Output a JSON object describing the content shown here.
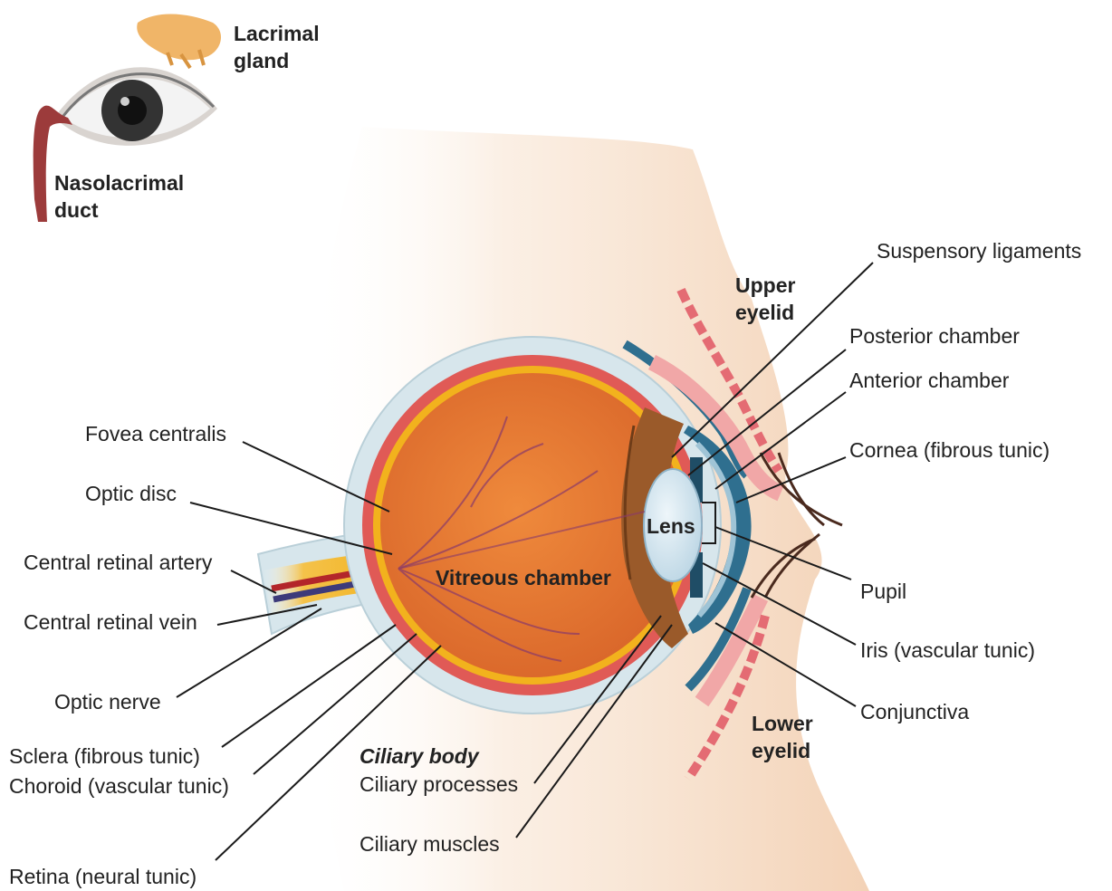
{
  "labels": {
    "lacrimal_gland": [
      "Lacrimal",
      "gland"
    ],
    "nasolacrimal_duct": [
      "Nasolacrimal",
      "duct"
    ],
    "suspensory_ligaments": "Suspensory ligaments",
    "upper_eyelid": [
      "Upper",
      "eyelid"
    ],
    "posterior_chamber": "Posterior chamber",
    "anterior_chamber": "Anterior chamber",
    "cornea": "Cornea (fibrous tunic)",
    "fovea_centralis": "Fovea centralis",
    "optic_disc": "Optic disc",
    "lens": "Lens",
    "central_retinal_artery": "Central retinal artery",
    "vitreous_chamber": "Vitreous chamber",
    "pupil": "Pupil",
    "central_retinal_vein": "Central retinal vein",
    "iris": "Iris (vascular tunic)",
    "optic_nerve": "Optic nerve",
    "conjunctiva": "Conjunctiva",
    "lower_eyelid": [
      "Lower",
      "eyelid"
    ],
    "sclera": "Sclera (fibrous tunic)",
    "ciliary_body": "Ciliary body",
    "choroid": "Choroid (vascular tunic)",
    "ciliary_processes": "Ciliary processes",
    "ciliary_muscles": "Ciliary muscles",
    "retina": "Retina (neural tunic)"
  },
  "colors": {
    "skin": "#f6dcc4",
    "sclera": "#d7e6ec",
    "choroid": "#e05a56",
    "retina": "#f2b21d",
    "vitreous": "#e8772f",
    "ciliary": "#9a5a2a",
    "cornea": "#2f6f8f",
    "lens": "#cfe3ee",
    "artery": "#b3262a",
    "vein": "#3d3a7a",
    "lacrimal": "#f0b568",
    "duct": "#9c3b3b",
    "leader_line": "#1a1a1a"
  }
}
